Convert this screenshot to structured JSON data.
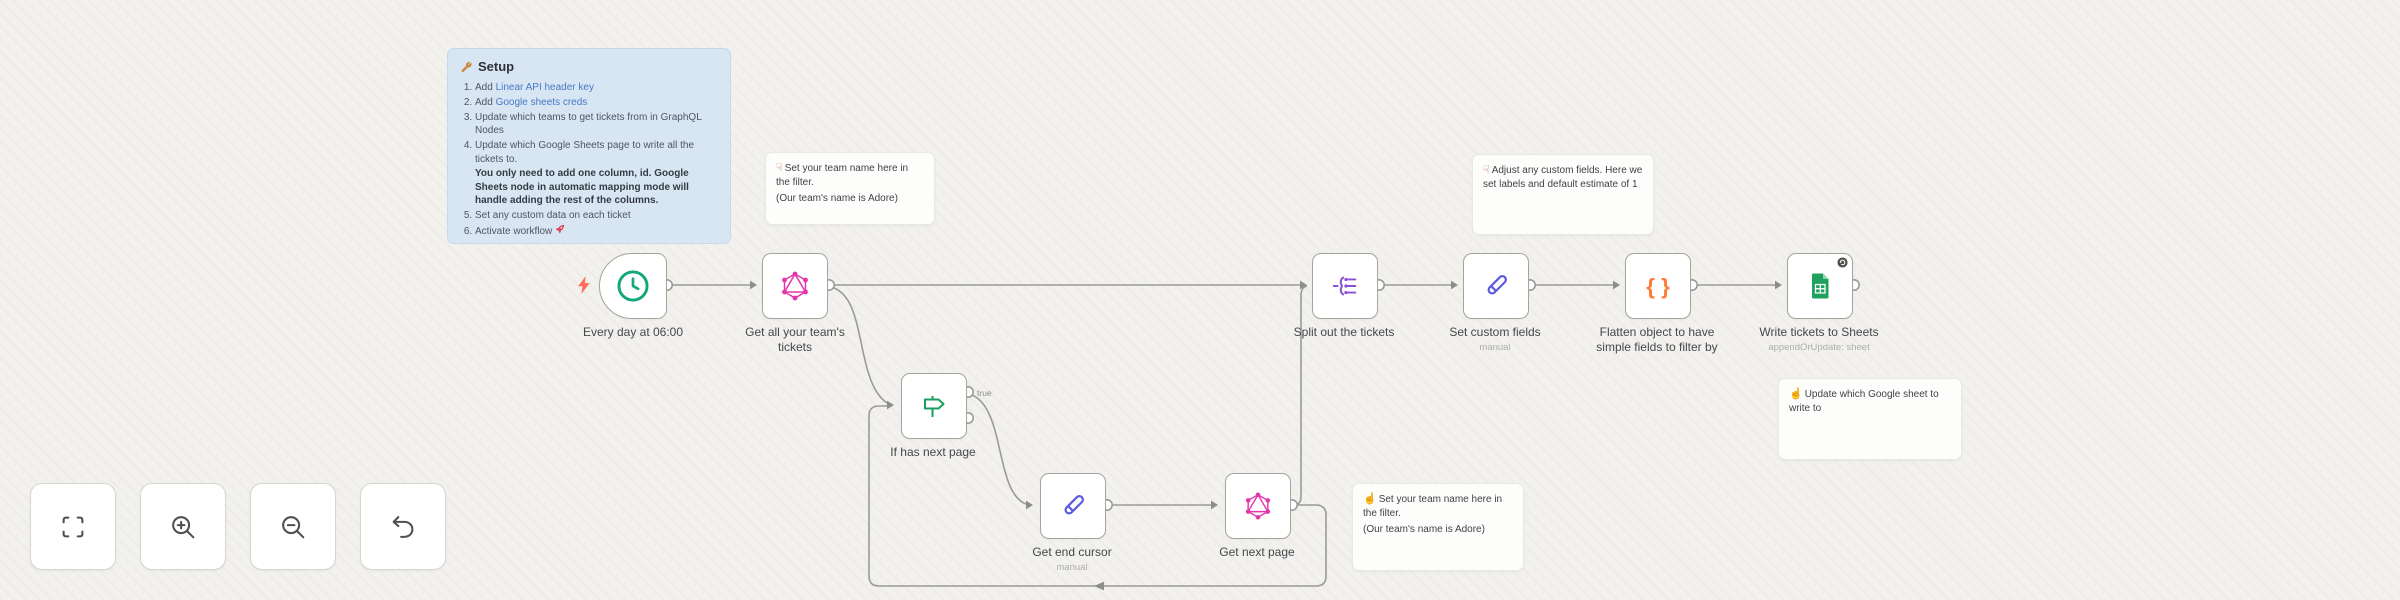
{
  "canvas": {
    "background": "#f2f1ee"
  },
  "colors": {
    "schedule_icon": "#12a87b",
    "graphql_icon": "#e535ab",
    "split_out_icon": "#8a4fd8",
    "set_node_icon": "#5b5be0",
    "if_node_icon": "#17a05d",
    "flatten_icon": "#ff7b35",
    "sheets_icon": "#1ea15f",
    "lightning": "#ff6d5a",
    "sticky_blue_bg": "#d8e6f3",
    "link": "#4878c8"
  },
  "setup_note": {
    "icon": "wrench-icon",
    "title": "Setup",
    "steps": [
      {
        "prefix": "Add ",
        "link": "Linear API header key"
      },
      {
        "prefix": "Add ",
        "link": "Google sheets creds"
      },
      {
        "text": "Update which teams to get tickets from in GraphQL Nodes"
      },
      {
        "text": "Update which Google Sheets page to write all the tickets to.",
        "bold": "You only need to add one column, id. Google Sheets node in automatic mapping mode will handle adding the rest of the columns."
      },
      {
        "text": "Set any custom data on each ticket"
      },
      {
        "text": "Activate workflow ",
        "emoji": "rocket-icon"
      }
    ]
  },
  "notes": [
    {
      "hand": "☟",
      "line1": "Set your team name here in the filter.",
      "line2": "(Our team's name is Adore)"
    },
    {
      "hand": "☟",
      "line1": "Adjust any custom fields. Here we set labels and default estimate of 1",
      "line2": ""
    },
    {
      "hand": "☝",
      "line1": "Set your team name here in the filter.",
      "line2": "(Our team's name is Adore)"
    },
    {
      "hand": "☝",
      "line1": "Update which Google sheet to write to",
      "line2": ""
    }
  ],
  "nodes": {
    "trigger": {
      "label": "Every day at 06:00"
    },
    "get_all": {
      "label": "Get all your team's tickets"
    },
    "split_out": {
      "label": "Split out the tickets"
    },
    "set_custom": {
      "label": "Set custom fields",
      "sublabel": "manual"
    },
    "flatten": {
      "label": "Flatten object to have simple fields to filter by"
    },
    "sheets": {
      "label": "Write tickets to Sheets",
      "sublabel": "appendOrUpdate: sheet"
    },
    "if_next": {
      "label": "If has next page",
      "true_label": "true"
    },
    "get_cursor": {
      "label": "Get end cursor",
      "sublabel": "manual"
    },
    "get_next": {
      "label": "Get next page"
    }
  },
  "toolbar": {
    "buttons": [
      {
        "icon": "fit-view-icon"
      },
      {
        "icon": "zoom-in-icon"
      },
      {
        "icon": "zoom-out-icon"
      },
      {
        "icon": "undo-icon"
      }
    ]
  }
}
